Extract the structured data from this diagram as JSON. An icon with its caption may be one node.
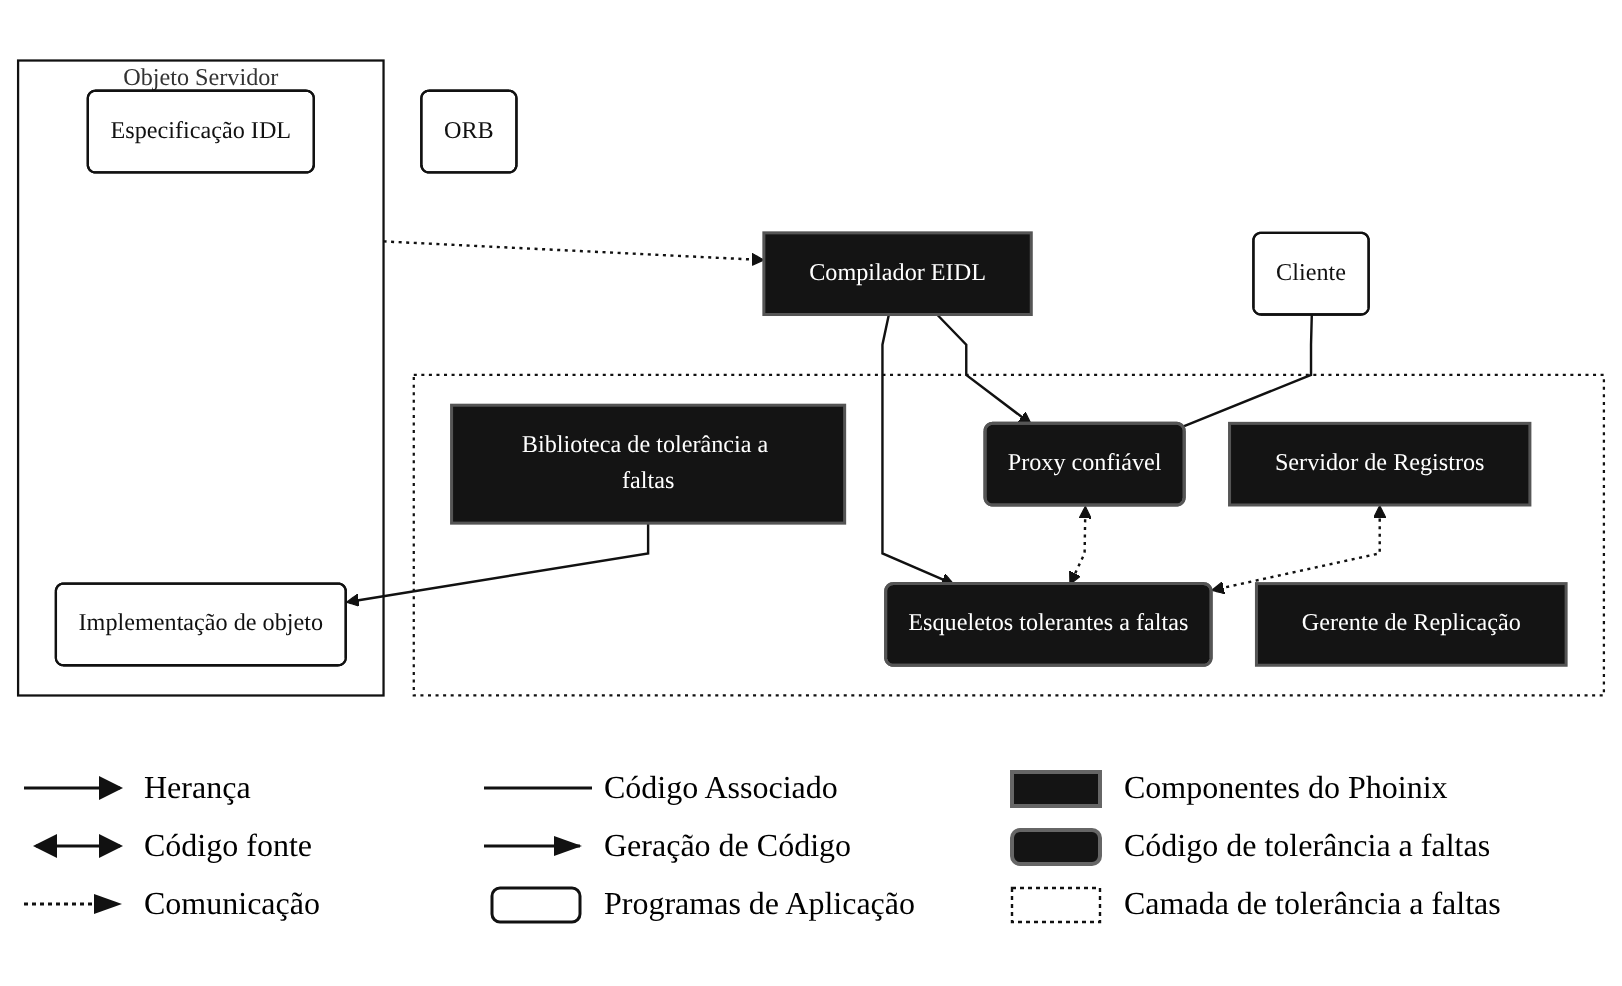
{
  "diagram": {
    "nodes": [
      {
        "text": [
          "Objeto Servidor"
        ]
      },
      {
        "text": [
          "Especificação IDL"
        ],
        "in": 0
      },
      {
        "text": [
          "Implementação de objeto"
        ],
        "in": 0
      },
      {
        "text": [
          "Cliente"
        ]
      },
      {
        "text": [
          "Compilador EIDL"
        ]
      },
      {
        "text": [],
        "shape": "box"
      },
      {
        "text": [
          "Proxy confiável"
        ],
        "in": 5
      },
      {
        "text": [
          "Servidor de Registros"
        ],
        "in": 5
      },
      {
        "text": [
          "Esqueletos tolerantes a faltas"
        ],
        "in": 5
      },
      {
        "text": [
          "Biblioteca de tolerância a faltas"
        ],
        "in": 5
      },
      {
        "text": [
          "Gerente de Replicação"
        ],
        "in": 5
      },
      {
        "text": [
          "ORB"
        ]
      }
    ],
    "edges": [
      {
        "from": 0,
        "to": 4,
        "arrow": "to",
        "style": "dashed"
      },
      {
        "from": 4,
        "to": 6,
        "arrow": "to"
      },
      {
        "from": 4,
        "to": 8,
        "arrow": "to"
      },
      {
        "from": 3,
        "to": 6,
        "arrow": "none"
      },
      {
        "from": 9,
        "to": 2,
        "arrow": "to"
      },
      {
        "from": 6,
        "to": 8,
        "arrow": "both",
        "style": "dashed"
      },
      {
        "from": 7,
        "to": 8,
        "arrow": "both",
        "style": "dashed"
      }
    ],
    "legend": [
      {
        "text": "Herança"
      },
      {
        "text": "Código Associado"
      },
      {
        "text": "Componentes do Phoinix"
      },
      {
        "text": "Código fonte"
      },
      {
        "text": "Geração de Código"
      },
      {
        "text": "Código de tolerância a faltas"
      },
      {
        "text": "Comunicação"
      },
      {
        "text": "Programas de Aplicação"
      },
      {
        "text": "Camada de tolerância a faltas"
      }
    ]
  }
}
